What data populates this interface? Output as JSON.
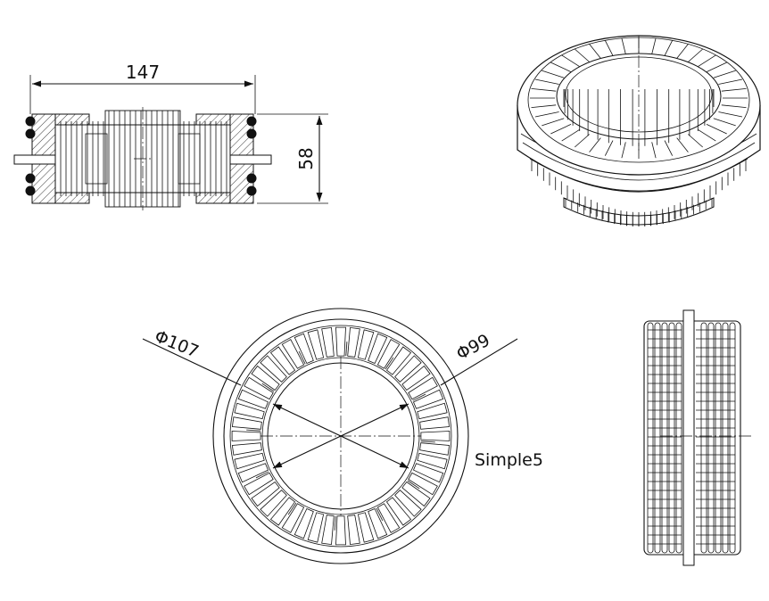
{
  "dimensions": {
    "width_label": "147",
    "height_label": "58",
    "outer_diameter_label": "Φ107",
    "inner_diameter_label": "Φ99"
  },
  "model_label": "Simple5",
  "colors": {
    "ink": "#111111",
    "background": "#ffffff"
  }
}
